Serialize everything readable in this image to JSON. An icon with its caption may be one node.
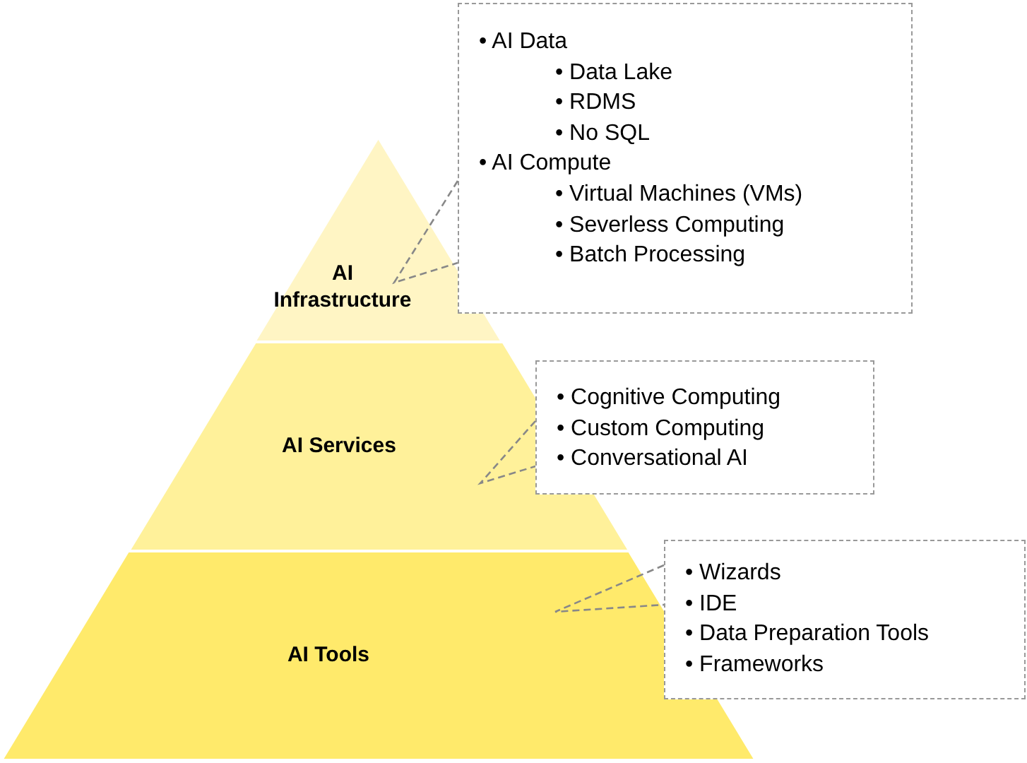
{
  "diagram": {
    "nodes": [
      {
        "text": [
          "AI Infrastructure"
        ]
      },
      {
        "text": [
          "AI Services"
        ]
      },
      {
        "text": [
          "AI Tools"
        ]
      },
      {
        "text": [
          "• AI Data",
          "• Data Lake",
          "• RDMS",
          "• No SQL",
          "• AI Compute",
          "• Virtual Machines (VMs)",
          "• Severless Computing",
          "• Batch Processing"
        ]
      },
      {
        "text": [
          "• Cognitive Computing",
          "• Custom Computing",
          "• Conversational AI"
        ]
      },
      {
        "text": [
          "• Wizards",
          "• IDE",
          "• Data Preparation Tools",
          "• Frameworks"
        ]
      }
    ],
    "edges": [
      {
        "from": 3,
        "to": 0,
        "arrow": "none",
        "style": "dashed"
      },
      {
        "from": 4,
        "to": 1,
        "arrow": "none",
        "style": "dashed"
      },
      {
        "from": 5,
        "to": 2,
        "arrow": "none",
        "style": "dashed"
      }
    ]
  }
}
